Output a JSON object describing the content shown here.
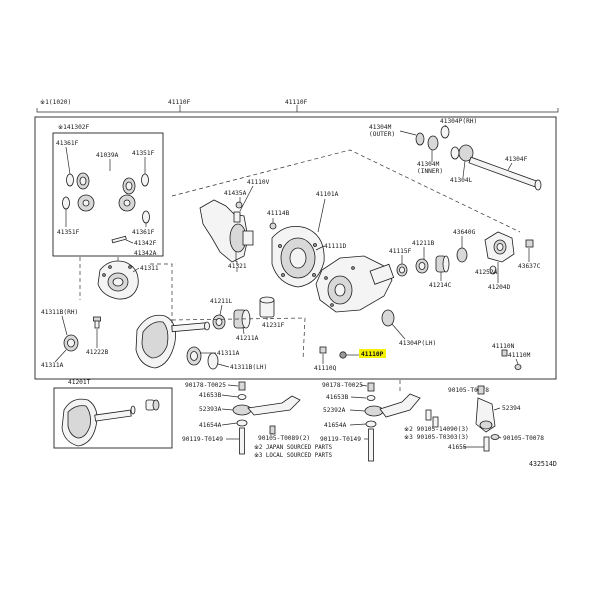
{
  "top_labels": {
    "left": "※1(1020)",
    "mid1": "41110F",
    "mid2": "41110F"
  },
  "callouts": {
    "c141302F": "※141302F",
    "c41361F": "41361F",
    "c41039A": "41039A",
    "c41351F_a": "41351F",
    "c41351F_b": "41351F",
    "c41361F_b": "41361F",
    "c41342F": "41342F",
    "c41342A": "41342A",
    "c41311": "41311",
    "c41311B_RH": "41311B(RH)",
    "c41311A_a": "41311A",
    "c41222B": "41222B",
    "c41201T": "41201T",
    "c41435A": "41435A",
    "c41110V": "41110V",
    "c41114B": "41114B",
    "c41101A": "41101A",
    "c41321": "41321",
    "c41111D": "41111D",
    "c41211L": "41211L",
    "c41211A": "41211A",
    "c41231F": "41231F",
    "c41311A_b": "41311A",
    "c41311B_LH": "41311B(LH)",
    "c41304M": "41304M",
    "c41304M_outer": "(OUTER)",
    "c41304P_RH": "41304P(RH)",
    "c41304F": "41304F",
    "c41304M_b": "41304M",
    "c41304M_inner": "(INNER)",
    "c41304L": "41304L",
    "c41211B": "41211B",
    "c41115F": "41115F",
    "c41214C": "41214C",
    "c43640G": "43640G",
    "c41252A": "41252A",
    "c41204D": "41204D",
    "c43637C": "43637C",
    "c41304P_LH": "41304P(LH)",
    "c41110P": "41110P",
    "c41110Q": "41110Q",
    "c41110N": "41110N",
    "c41110M": "41110M",
    "c90178_a": "90178-T0025",
    "c41653B_a": "41653B",
    "c52393A": "52393A",
    "c41654A_a": "41654A",
    "c90119_a": "90119-T0149",
    "c90105_a": "90105-T0089(2)",
    "c90178_b": "90178-T0025",
    "c41653B_b": "41653B",
    "c52392A": "52392A",
    "c41654A_b": "41654A",
    "c90119_b": "90119-T0149",
    "c90105_b": "90105-T0078",
    "c52394": "52394",
    "c90105_c": "※2 90105-14090(3)",
    "c90105_d": "※3 90105-T0303(3)",
    "c90105_e": "90105-T0078",
    "c41655": "41655"
  },
  "notes": {
    "n1": "※2 JAPAN SOURCED PARTS",
    "n2": "※3 LOCAL SOURCED PARTS"
  },
  "diagram_id": "432514D",
  "highlight_color": "#f5ef00"
}
